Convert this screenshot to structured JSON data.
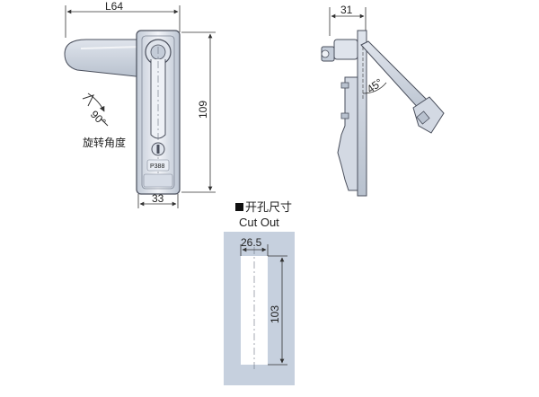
{
  "front_view": {
    "width_label": "L64",
    "height_label": "109",
    "base_width_label": "33",
    "rotation_label": "90°",
    "rotation_caption": "旋转角度",
    "badge_text": "P388"
  },
  "side_view": {
    "depth_label": "31",
    "angle_label": "45°"
  },
  "cutout": {
    "title_cn": "开孔尺寸",
    "title_en": "Cut Out",
    "width_label": "26.5",
    "height_label": "103"
  },
  "colors": {
    "metal_light": "#e8ecf3",
    "metal_mid": "#c4ccd8",
    "outline": "#4a4f5c",
    "cutout_bg": "#c6d0de",
    "dim_line": "#333333"
  }
}
